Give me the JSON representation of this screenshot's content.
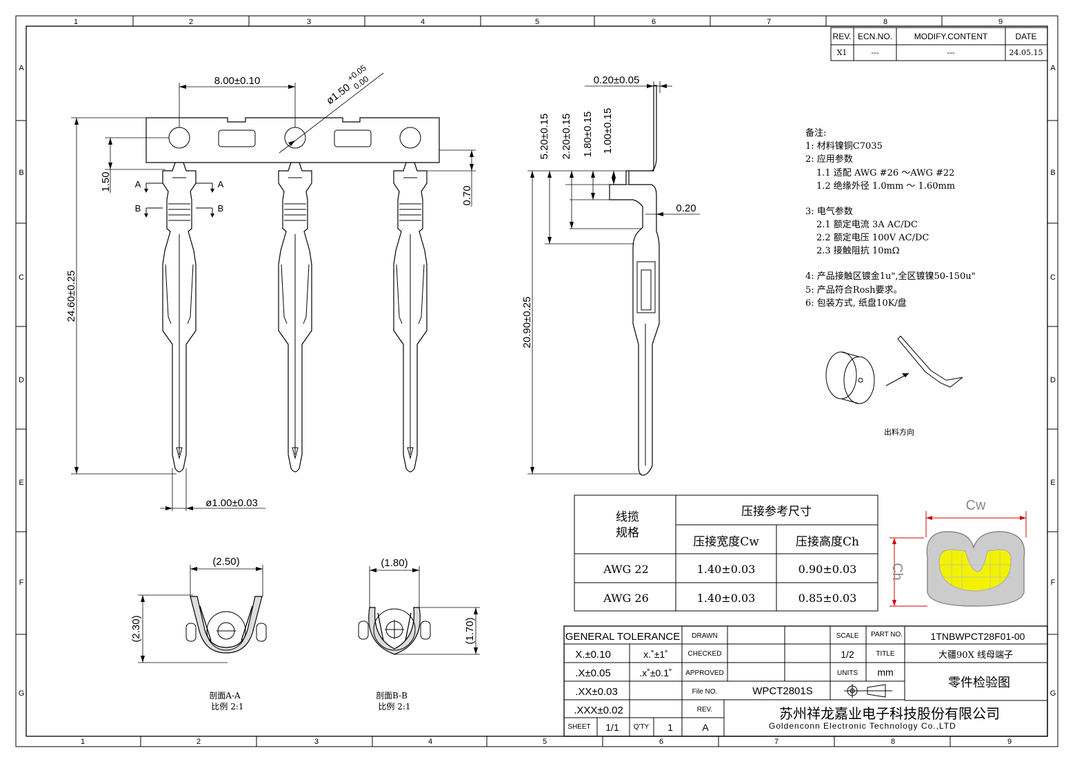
{
  "border": {
    "col_labels": [
      "1",
      "2",
      "3",
      "4",
      "5",
      "6",
      "7",
      "8",
      "9"
    ],
    "row_labels": [
      "A",
      "B",
      "C",
      "D",
      "E",
      "F",
      "G"
    ]
  },
  "revision_table": {
    "headers": [
      "REV.",
      "ECN.NO.",
      "MODIFY.CONTENT",
      "DATE"
    ],
    "row": [
      "X1",
      "---",
      "---",
      "24.05.15"
    ]
  },
  "dimensions": {
    "pitch": "8.00±0.10",
    "hole_dia": "ø1.50",
    "hole_tol_upper": "+0.05",
    "hole_tol_lower": "0.00",
    "carrier_offset": "1.50",
    "gap": "0.70",
    "total_length": "24.60±0.25",
    "pin_dia": "ø1.00±0.03",
    "thickness": "0.20±0.05",
    "side_h1": "5.20±0.15",
    "side_h2": "2.20±0.15",
    "side_h3": "1.80±0.15",
    "side_h4": "1.00±0.15",
    "side_offset": "0.20",
    "side_length": "20.90±0.25",
    "section_a_width": "(2.50)",
    "section_a_height": "(2.30)",
    "section_b_width": "(1.80)",
    "section_b_height": "(1.70)",
    "marker_a": "A",
    "marker_b": "B"
  },
  "sections": {
    "a_title": "剖面A-A",
    "a_scale": "比例 2:1",
    "b_title": "剖面B-B",
    "b_scale": "比例 2:1"
  },
  "notes": {
    "title": "备注:",
    "lines": [
      "1: 材料镍铜C7035",
      "2: 应用参数",
      "1.1 适配 AWG #26 ～AWG #22",
      "1.2 绝缘外径 1.0mm ～ 1.60mm",
      "3: 电气参数",
      "2.1 额定电流 3A AC/DC",
      "2.2 额定电压 100V AC/DC",
      "2.3 接触阻抗 10mΩ",
      "4: 产品接触区镀金1u\",全区镀镍50-150u\"",
      "5: 产品符合Rosh要求。",
      "6: 包装方式, 纸盘10K/盘"
    ],
    "reel_caption": "出料方向"
  },
  "crimp_table": {
    "col1_header_l1": "线揽",
    "col1_header_l2": "规格",
    "group_header": "压接参考尺寸",
    "cw_header": "压接宽度Cw",
    "ch_header": "压接高度Ch",
    "rows": [
      {
        "spec": "AWG 22",
        "cw": "1.40±0.03",
        "ch": "0.90±0.03"
      },
      {
        "spec": "AWG 26",
        "cw": "1.40±0.03",
        "ch": "0.85±0.03"
      }
    ],
    "cw_label": "Cw",
    "ch_label": "Ch"
  },
  "title_block": {
    "general_tolerance": "GENERAL TOLERANCE",
    "tol1": "X.±0.10",
    "tol2": ".X±0.05",
    "tol3": ".XX±0.03",
    "tol4": ".XXX±0.02",
    "ang1": "x.˚±1˚",
    "ang2": ".x˚±0.1˚",
    "drawn": "DRAWN",
    "checked": "CHECKED",
    "approved": "APPROVED",
    "file_no_label": "File NO.",
    "file_no": "WPCT2801S",
    "rev_label": "REV.",
    "sheet_label": "SHEET",
    "sheet": "1/1",
    "qty_label": "Q'TY",
    "qty": "1",
    "rev": "A",
    "scale_label": "SCALE",
    "scale": "1/2",
    "units_label": "UNITS",
    "units": "mm",
    "part_no_label": "PART NO.",
    "part_no": "1TNBWPCT28F01-00",
    "title_label": "TITLE",
    "title": "大疆90X 线母端子",
    "doc_type": "零件检验图",
    "company_cn": "苏州祥龙嘉业电子科技股份有限公司",
    "company_en": "Goldenconn Electronic Technology Co.,LTD"
  },
  "colors": {
    "line": "#000000",
    "crimp_fill": "#f2f200",
    "dim_red": "#d00000"
  }
}
